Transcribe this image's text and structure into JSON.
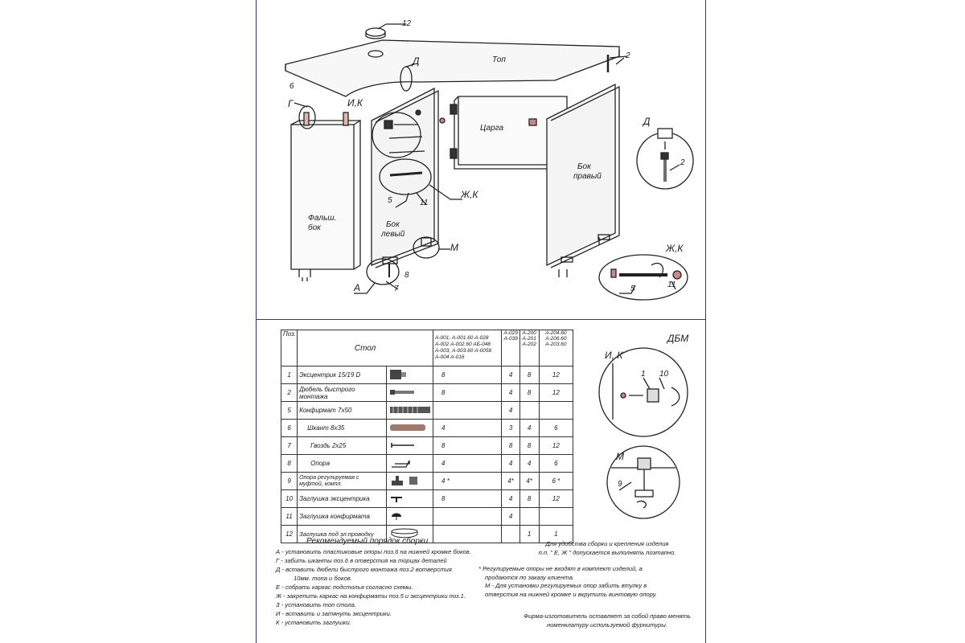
{
  "drawing_labels": {
    "top": "Топ",
    "tsarga": "Царга",
    "bok_pravyi_1": "Бок",
    "bok_pravyi_2": "правый",
    "bok_levyi_1": "Бок",
    "bok_levyi_2": "левый",
    "falsh_bok_1": "Фальш.",
    "falsh_bok_2": "бок",
    "n12": "12",
    "n2": "2",
    "n6": "6",
    "n5": "5",
    "n11": "11",
    "n7": "7",
    "n8": "8",
    "letter_d": "Д",
    "letter_g": "Г",
    "letter_ik": "И,К",
    "letter_zhk": "Ж,К",
    "letter_m": "М",
    "letter_a": "А"
  },
  "details": {
    "d_label": "Д",
    "d_num": "2",
    "zhk_label": "Ж,К",
    "zhk_n5": "5",
    "zhk_n11": "11",
    "ik_label": "И, К",
    "ik_n1": "1",
    "ik_n10": "10",
    "m_label": "М",
    "m_n9": "9",
    "dbm": "ДБМ"
  },
  "table": {
    "h_pos": "Поз.",
    "h_title": "Стол",
    "h_a": "А-001, А-001.60 А-028 А-002 А-002.60 АБ-048 А-003, А-003.60 А-0058 А-004 А-016",
    "h_b": "А-029 А-039",
    "h_c": "А-200 А-201 А-202",
    "h_d": "А-204.60 А-206.60 А-203.60",
    "rows": [
      {
        "pos": "1",
        "name": "Эксцентрик 15/19 D",
        "a": "8",
        "b": "4",
        "c": "8",
        "d": "12"
      },
      {
        "pos": "2",
        "name": "Дюбель быстрого монтажа",
        "a": "8",
        "b": "4",
        "c": "8",
        "d": "12"
      },
      {
        "pos": "5",
        "name": "Конфирмат 7х50",
        "a": "",
        "b": "4",
        "c": "",
        "d": ""
      },
      {
        "pos": "6",
        "name": "Шкант 8х35",
        "a": "4",
        "b": "3",
        "c": "4",
        "d": "6"
      },
      {
        "pos": "7",
        "name": "Гвоздь 2х25",
        "a": "8",
        "b": "8",
        "c": "8",
        "d": "12"
      },
      {
        "pos": "8",
        "name": "Опора",
        "a": "4",
        "b": "4",
        "c": "4",
        "d": "6"
      },
      {
        "pos": "9",
        "name": "Опора регулируемая с муфтой",
        "name_extra": ", компл.",
        "a": "4 *",
        "b": "4*",
        "c": "4*",
        "d": "6 *"
      },
      {
        "pos": "10",
        "name": "Заглушка эксцентрика",
        "a": "8",
        "b": "4",
        "c": "8",
        "d": "12"
      },
      {
        "pos": "11",
        "name": "Заглушка конфирмата",
        "a": "",
        "b": "4",
        "c": "",
        "d": ""
      },
      {
        "pos": "12",
        "name": "Заглушка под эл.проводку",
        "a": "",
        "b": "",
        "c": "1",
        "d": "1"
      }
    ]
  },
  "assembly": {
    "title": "Рекомендуемый порядок сборки",
    "steps": [
      "А - установить пластиковые опоры поз.6 на нижней кромке боков.",
      "Г - забить шканты поз.6 в отверстия на торцах деталей",
      "Д - вставить дюбели быстрого монтажа поз.2 вотверстия",
      "10мм. топа и боков.",
      "Е - собрать каркас подстолья согласно схемы.",
      "Ж - закрепить каркас на конфирматы поз.5 и эксцентрики поз.1.",
      "З - установить топ стола.",
      "И - вставить и затянуть эксцентрики.",
      "К - установить заглушки."
    ]
  },
  "right_notes": {
    "n1a": "Для удобства сборки и крепления изделия",
    "n1b": "п.п. \" Е, Ж \" допускается выполнять поэтапно.",
    "n2a": "*  Регулируемые опоры не входят в комплект изделий, а",
    "n2b": "продаются по заказу клиента.",
    "n2c": "М - Для установки регулируемых опор забить втулку в",
    "n2d": "отверстия на нижней кромке и вкрутить винтовую опору.",
    "n3a": "Фирма-изготовитель оставляет за собой право менять",
    "n3b": "номенклатуру используемой фурнитуры."
  }
}
